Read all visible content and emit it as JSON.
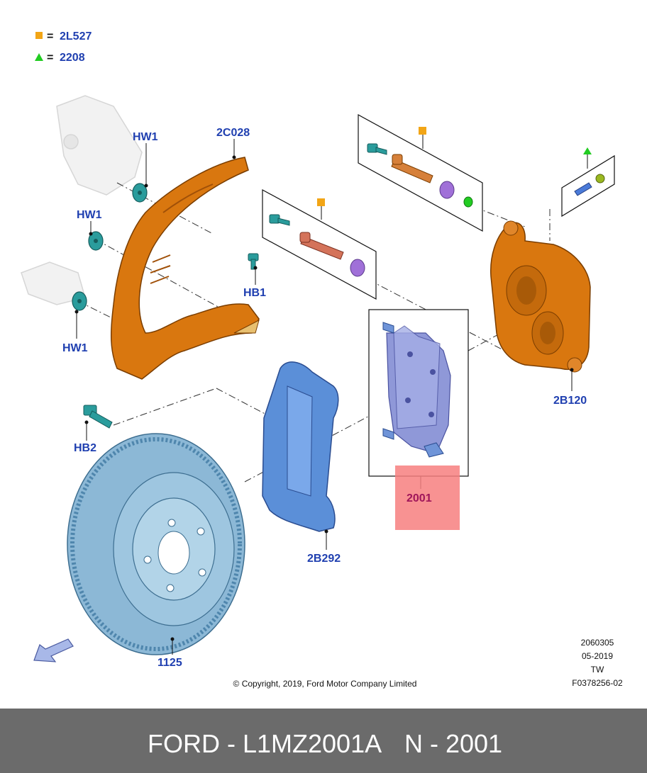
{
  "legend": [
    {
      "marker": "square",
      "color": "#f2a516",
      "eq": "=",
      "code": "2L527"
    },
    {
      "marker": "triangle",
      "color": "#22cc22",
      "eq": "=",
      "code": "2208"
    }
  ],
  "callouts": {
    "hw1_top": "HW1",
    "c2c028": "2C028",
    "hw1_mid": "HW1",
    "hb1": "HB1",
    "hw1_bottom": "HW1",
    "hb2": "HB2",
    "p2b292": "2B292",
    "p1125": "1125",
    "p2b120": "2B120",
    "p2001": "2001"
  },
  "info": {
    "code": "2060305",
    "date": "05-2019",
    "region": "TW",
    "figure": "F0378256-02"
  },
  "copyright": "© Copyright, 2019, Ford Motor Company Limited",
  "footer": {
    "brand_part": "FORD - L1MZ2001A",
    "ref": "N - 2001"
  },
  "colors": {
    "accent_label": "#1f3fb0",
    "highlight": "#f77f7f",
    "shield": "#d9770f",
    "caliper": "#d9770f",
    "bracket": "#5b8fd8",
    "rotor": "#8cb8d6",
    "pad": "#8f98d8",
    "washer": "#2a9c9c",
    "footer_bg": "#6b6b6b"
  }
}
